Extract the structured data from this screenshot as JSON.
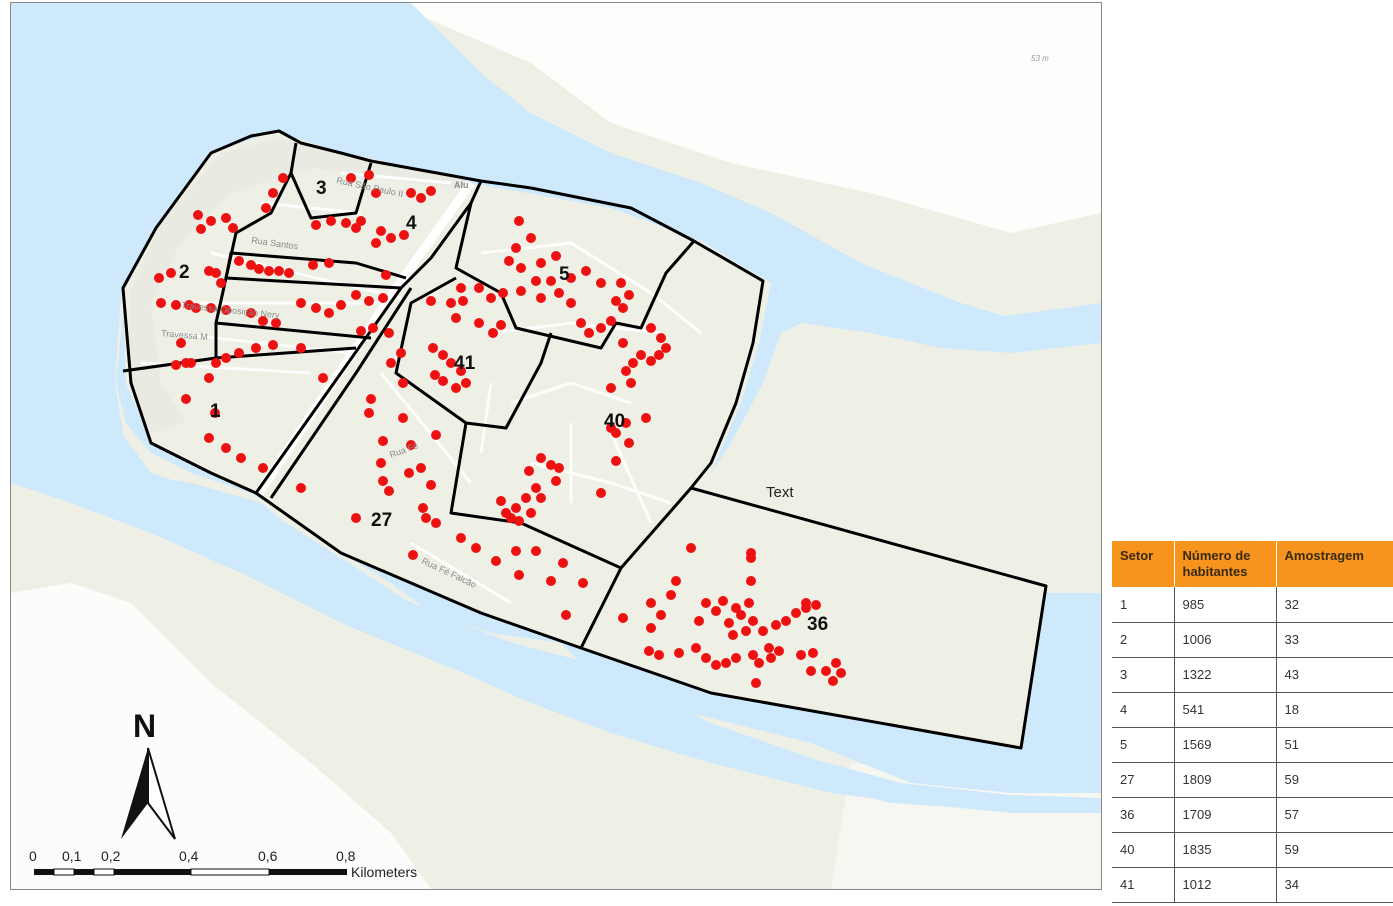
{
  "map": {
    "sector_labels": [
      "1",
      "2",
      "3",
      "4",
      "5",
      "41",
      "40",
      "27",
      "36"
    ],
    "street_labels": [
      "Rua São Paulo II",
      "Rua Santos",
      "Travessa Oposição Nery",
      "Travessa M",
      "Rua Fé",
      "Rua Fé Falcão",
      "Alu"
    ],
    "free_text": "Text",
    "elevation_label": "53 m",
    "north_label": "N",
    "scale_bar": {
      "ticks": [
        "0",
        "0,1",
        "0,2",
        "0,4",
        "0,6",
        "0,8"
      ],
      "unit": "Kilometers"
    },
    "colors": {
      "water": "#cde9fb",
      "land": "#eef0e6",
      "hills": "#ffffff",
      "sample_points": "#ee1111",
      "sector_borders": "#000000"
    }
  },
  "table": {
    "headers": [
      "Setor",
      "Número de habitantes",
      "Amostragem"
    ],
    "rows": [
      [
        "1",
        "985",
        "32"
      ],
      [
        "2",
        "1006",
        "33"
      ],
      [
        "3",
        "1322",
        "43"
      ],
      [
        "4",
        "541",
        "18"
      ],
      [
        "5",
        "1569",
        "51"
      ],
      [
        "27",
        "1809",
        "59"
      ],
      [
        "36",
        "1709",
        "57"
      ],
      [
        "40",
        "1835",
        "59"
      ],
      [
        "41",
        "1012",
        "34"
      ]
    ],
    "header_color": "#f7941d"
  }
}
